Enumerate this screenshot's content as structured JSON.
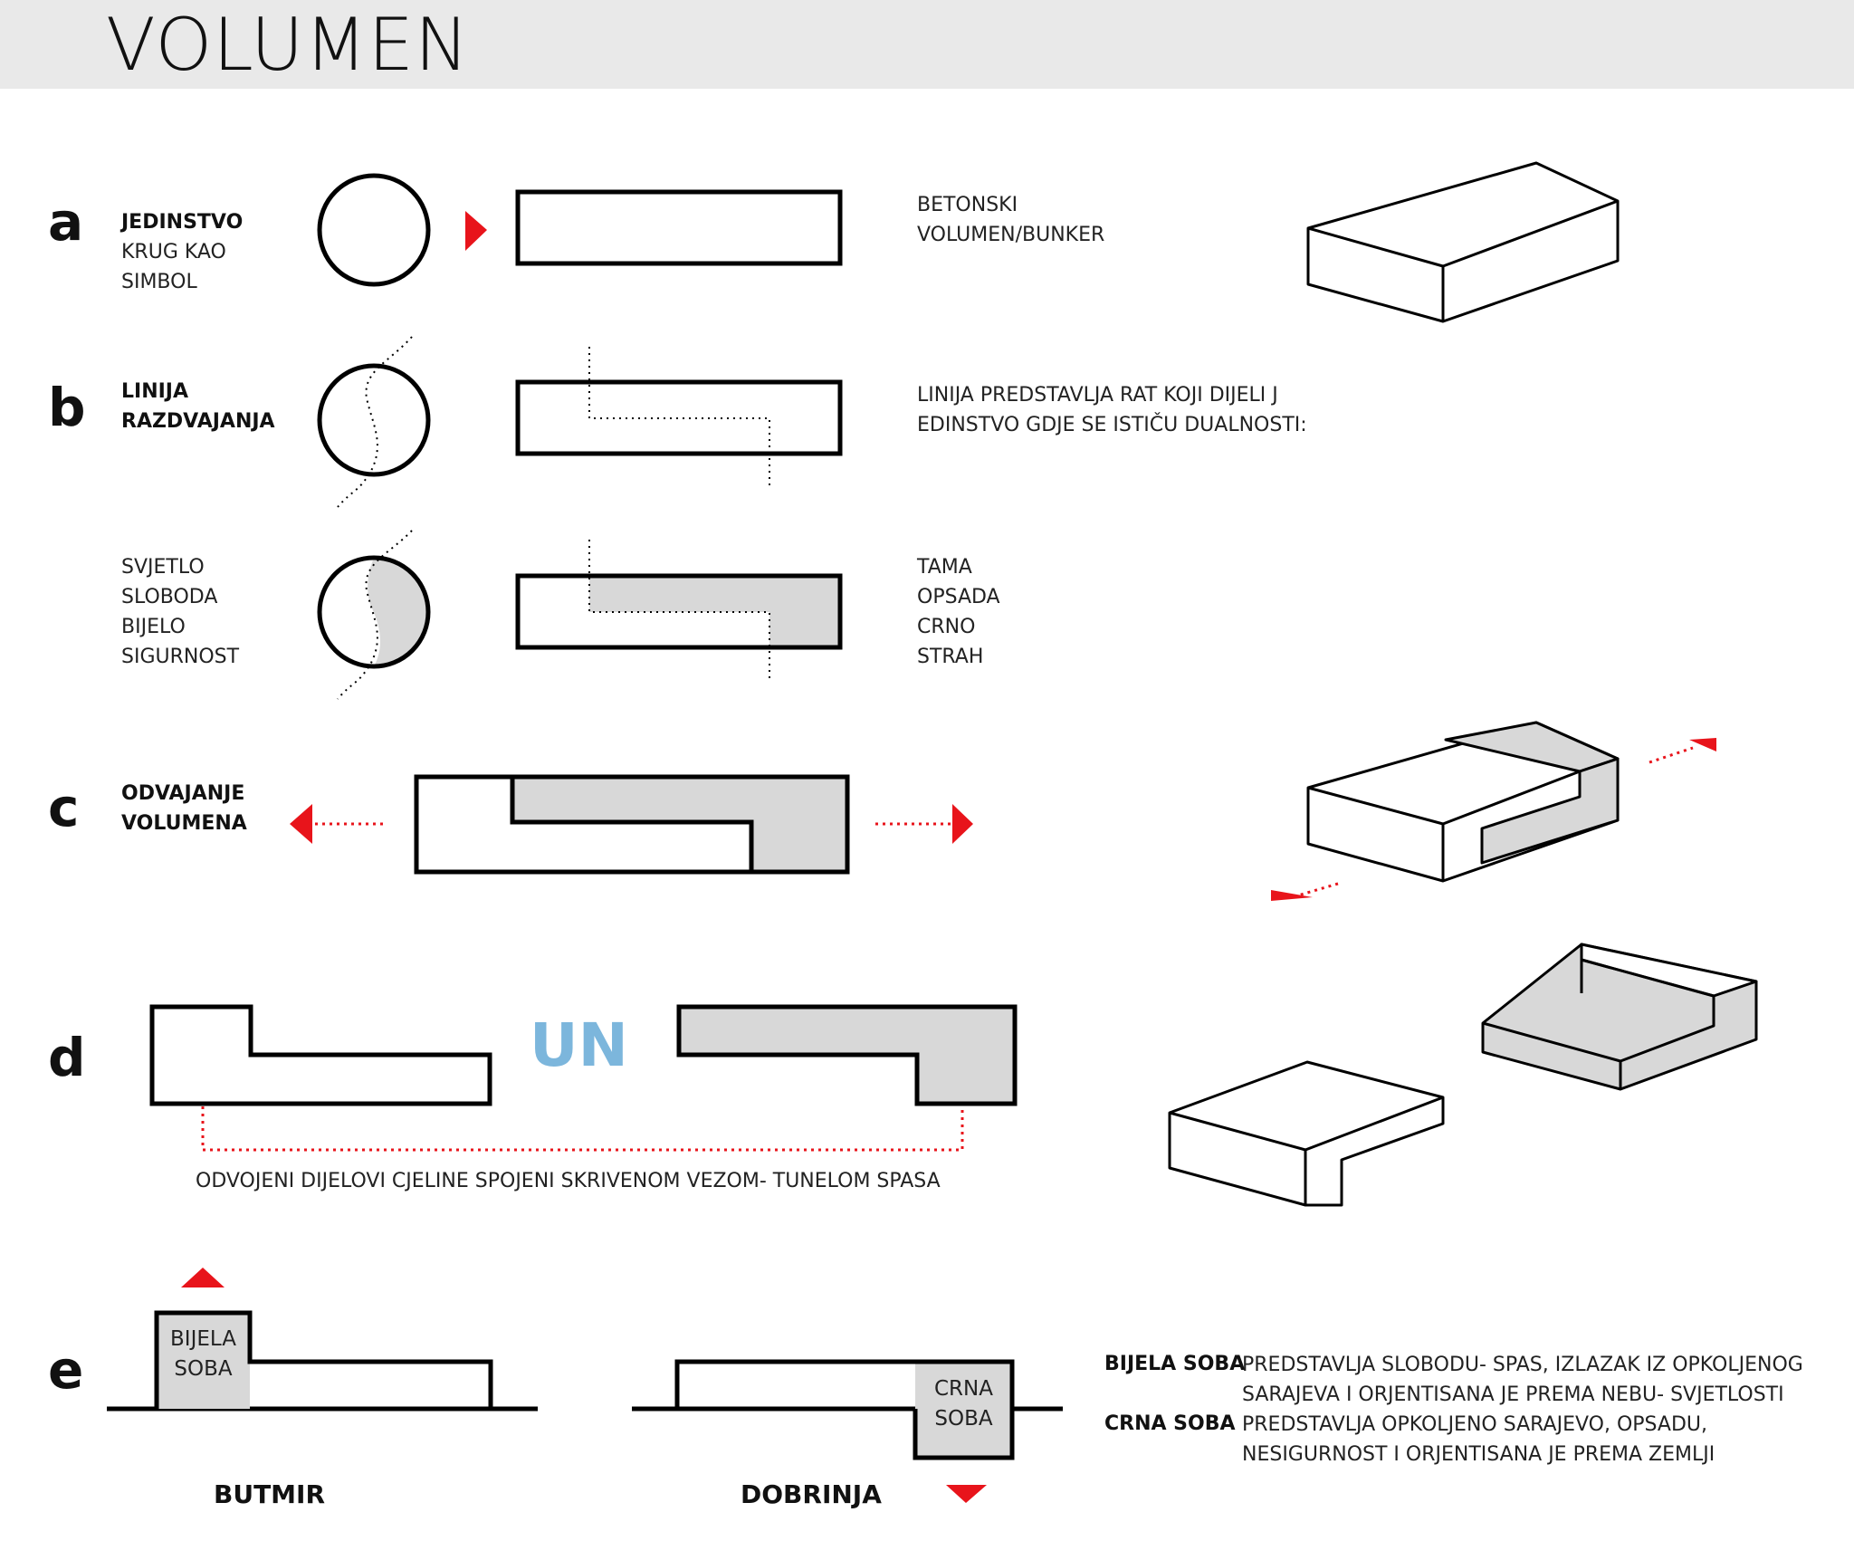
{
  "header": {
    "title": "VOLUMEN"
  },
  "colors": {
    "shade": "#d8d8d8",
    "accent": "#e8141b",
    "un": "#7cb6dc",
    "header_bg": "#e9e9e9"
  },
  "section_a": {
    "letter": "a",
    "title": "JEDINSTVO",
    "text": "KRUG KAO\nSIMBOL",
    "right_text": "BETONSKI\nVOLUMEN/BUNKER"
  },
  "section_b": {
    "letter": "b",
    "title": "LINIJA\nRAZDVAJANJA",
    "right_text": "LINIJA PREDSTAVLJA RAT KOJI DIJELI J\nEDINSTVO GDJE SE ISTIČU DUALNOSTI:",
    "left_values": "SVJETLO\nSLOBODA\nBIJELO\nSIGURNOST",
    "right_values": "TAMA\nOPSADA\nCRNO\nSTRAH"
  },
  "section_c": {
    "letter": "c",
    "title": "ODVAJANJE\nVOLUMENA"
  },
  "section_d": {
    "letter": "d",
    "center_label": "UN",
    "caption": "ODVOJENI DIJELOVI CJELINE SPOJENI SKRIVENOM VEZOM- TUNELOM SPASA"
  },
  "section_e": {
    "letter": "e",
    "white_room": "BIJELA\nSOBA",
    "black_room": "CRNA\nSOBA",
    "left_place": "BUTMIR",
    "right_place": "DOBRINJA",
    "legend": [
      {
        "key": "BIJELA SOBA",
        "value": "PREDSTAVLJA SLOBODU- SPAS, IZLAZAK IZ OPKOLJENOG\nSARAJEVA I ORJENTISANA JE PREMA NEBU- SVJETLOSTI"
      },
      {
        "key": "CRNA SOBA",
        "value": "PREDSTAVLJA OPKOLJENO SARAJEVO, OPSADU,\nNESIGURNOST I ORJENTISANA JE PREMA ZEMLJI"
      }
    ]
  }
}
